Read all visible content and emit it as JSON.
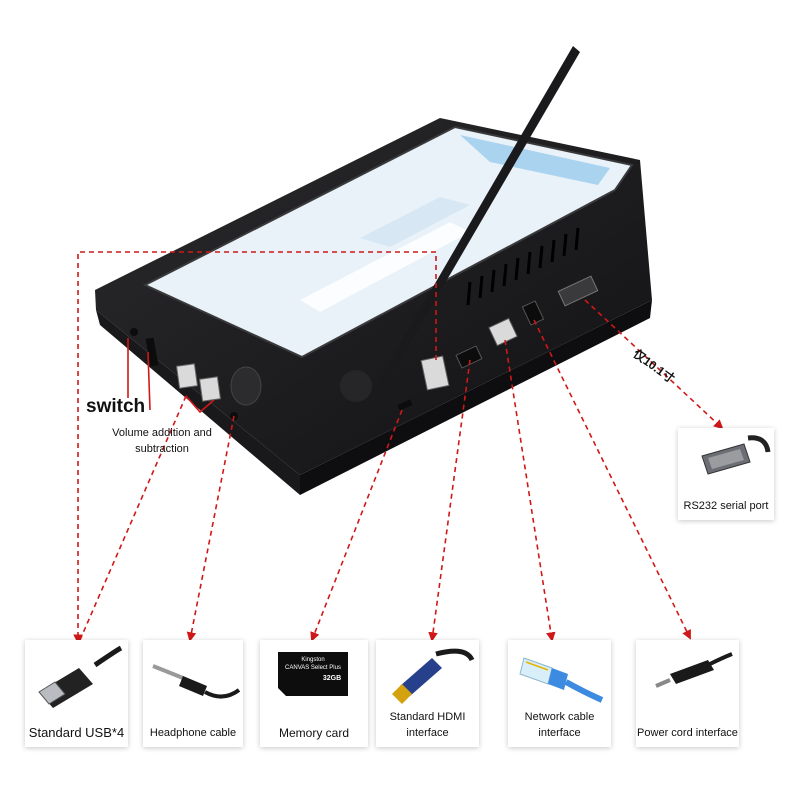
{
  "labels": {
    "switch": "switch",
    "volume": "Volume addition and subtraction",
    "only_10_1": "仅10.1寸",
    "rs232": "RS232 serial port"
  },
  "ports": [
    {
      "name": "Standard USB*4"
    },
    {
      "name": "Headphone cable"
    },
    {
      "name": "Memory card"
    },
    {
      "name": "Standard HDMI interface"
    },
    {
      "name": "Network cable interface"
    },
    {
      "name": "Power cord interface"
    }
  ],
  "memory_card": {
    "brand": "Kingston",
    "model": "CANVAS Select Plus",
    "capacity": "32GB"
  },
  "colors": {
    "arrow": "#d01818",
    "device_body": "#1c1c1e",
    "screen": "#e9f2f9"
  }
}
